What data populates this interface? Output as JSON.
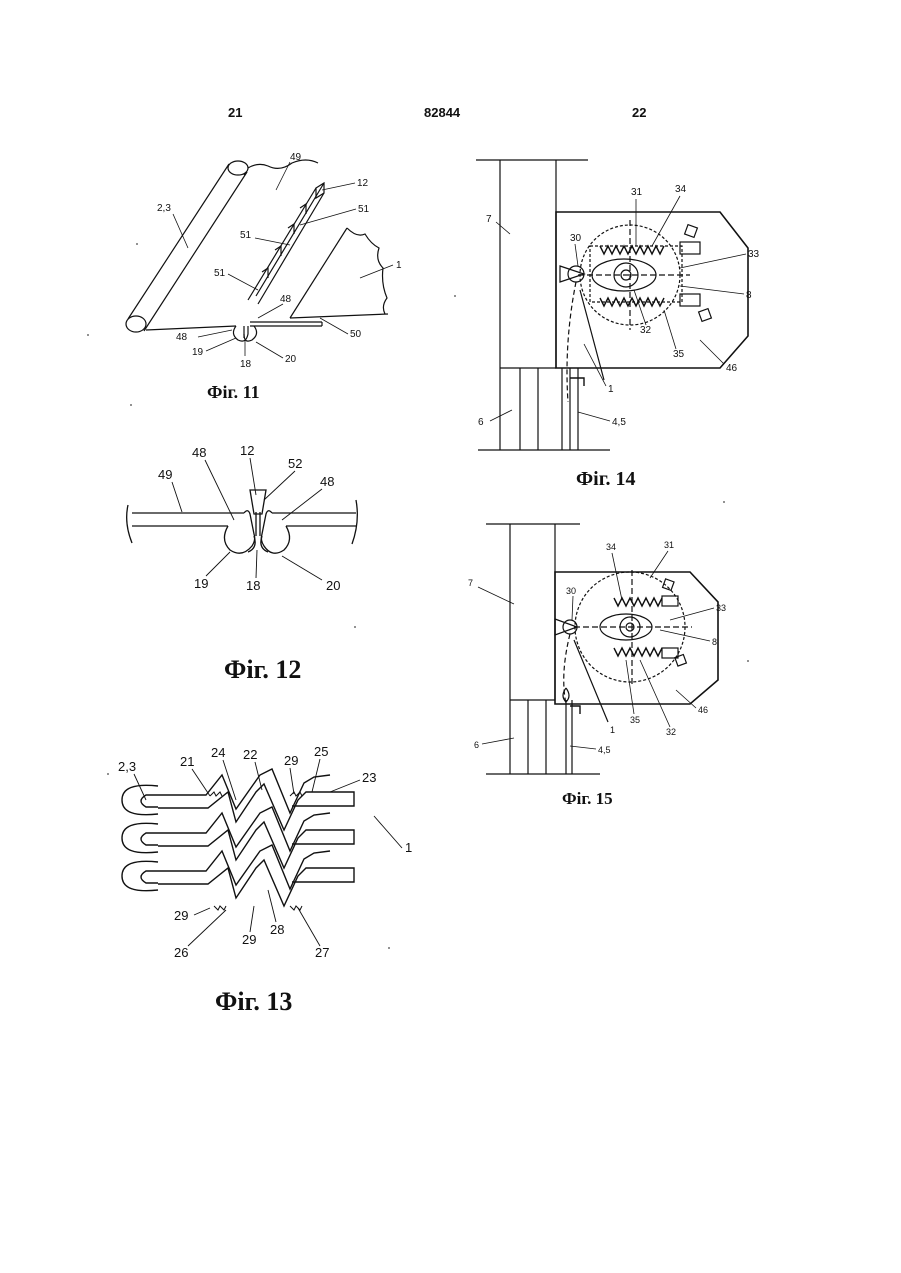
{
  "header": {
    "left": "21",
    "center": "82844",
    "right": "22"
  },
  "figures": {
    "fig11": {
      "caption": "Фіг. 11",
      "labels": {
        "l49": "49",
        "l12": "12",
        "l23": "2,3",
        "l51a": "51",
        "l51b": "51",
        "l51c": "51",
        "l1": "1",
        "l48a": "48",
        "l48b": "48",
        "l50": "50",
        "l19": "19",
        "l18": "18",
        "l20": "20"
      }
    },
    "fig12": {
      "caption": "Фіг. 12",
      "labels": {
        "l12": "12",
        "l48a": "48",
        "l52": "52",
        "l49": "49",
        "l48b": "48",
        "l19": "19",
        "l18": "18",
        "l20": "20"
      }
    },
    "fig13": {
      "caption": "Фіг. 13",
      "labels": {
        "l23": "2,3",
        "l21": "21",
        "l24": "24",
        "l22": "22",
        "l29a": "29",
        "l25": "25",
        "l23b": "23",
        "l1": "1",
        "l29b": "29",
        "l26": "26",
        "l29c": "29",
        "l28": "28",
        "l27": "27"
      }
    },
    "fig14": {
      "caption": "Фіг. 14",
      "labels": {
        "l7": "7",
        "l31": "31",
        "l34": "34",
        "l30": "30",
        "l33": "33",
        "l8": "8",
        "l32": "32",
        "l35": "35",
        "l46": "46",
        "l1": "1",
        "l6": "6",
        "l45": "4,5"
      }
    },
    "fig15": {
      "caption": "Фіг. 15",
      "labels": {
        "l34": "34",
        "l31": "31",
        "l7": "7",
        "l30": "30",
        "l33": "33",
        "l8": "8",
        "l46": "46",
        "l35": "35",
        "l32": "32",
        "l1": "1",
        "l6": "6",
        "l45": "4,5"
      }
    }
  }
}
